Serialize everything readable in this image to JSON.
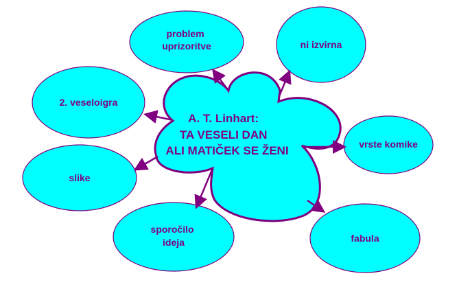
{
  "center": {
    "lines": [
      "A. T. Linhart:",
      "TA VESELI DAN",
      "ALI MATIČEK SE ŽENI"
    ]
  },
  "nodes": {
    "problem": [
      "problem",
      "uprizoritve"
    ],
    "izvirna": [
      "ni izvirna"
    ],
    "veseloigra": [
      "2. veseloigra"
    ],
    "komika": [
      "vrste komike"
    ],
    "slike": [
      "slike"
    ],
    "sporocilo": [
      "sporočilo",
      "ideja"
    ],
    "fabula": [
      "fabula"
    ]
  },
  "colors": {
    "fill": "#00ffff",
    "stroke": "#800080"
  }
}
